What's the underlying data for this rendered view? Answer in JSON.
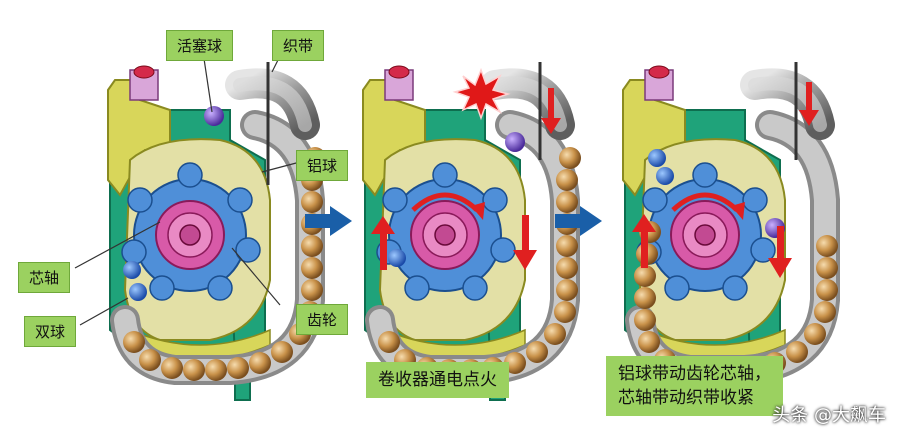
{
  "labels": {
    "piston_ball": "活塞球",
    "webbing": "织带",
    "aluminum_ball": "铝球",
    "core_shaft": "芯轴",
    "gear": "齿轮",
    "double_ball": "双球"
  },
  "captions": {
    "stage2": "卷收器通电点火",
    "stage3_line1": "铝球带动齿轮芯轴，",
    "stage3_line2": "芯轴带动织带收紧"
  },
  "watermark": "头条 @大飙车",
  "colors": {
    "housing_green": "#1fa37a",
    "body_yellow": "#d8d65a",
    "gear_blue": "#4f8fd8",
    "hub_pink": "#d85aa8",
    "ball_gold": "#c9924a",
    "label_green": "#9bd160",
    "arrow_red": "#e02020",
    "arrow_blue": "#1a5fa8"
  }
}
